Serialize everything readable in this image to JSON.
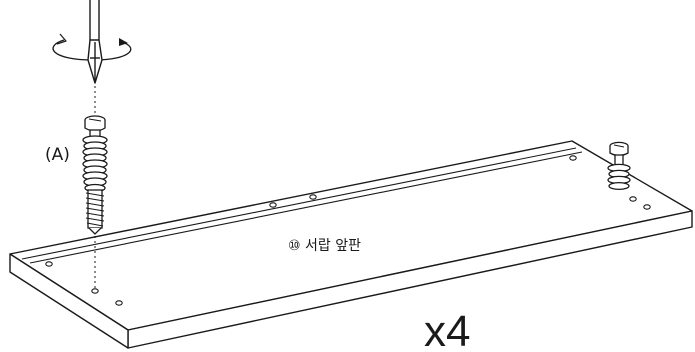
{
  "labels": {
    "screw_callout": "(A)",
    "part_label": "⑩ 서랍 앞판",
    "quantity": "x4"
  },
  "icons": {
    "screwdriver": "screwdriver-icon",
    "rotation": "rotation-arrow-icon",
    "screw": "cam-screw-icon"
  },
  "colors": {
    "line": "#1a1a1a",
    "background": "#ffffff"
  }
}
